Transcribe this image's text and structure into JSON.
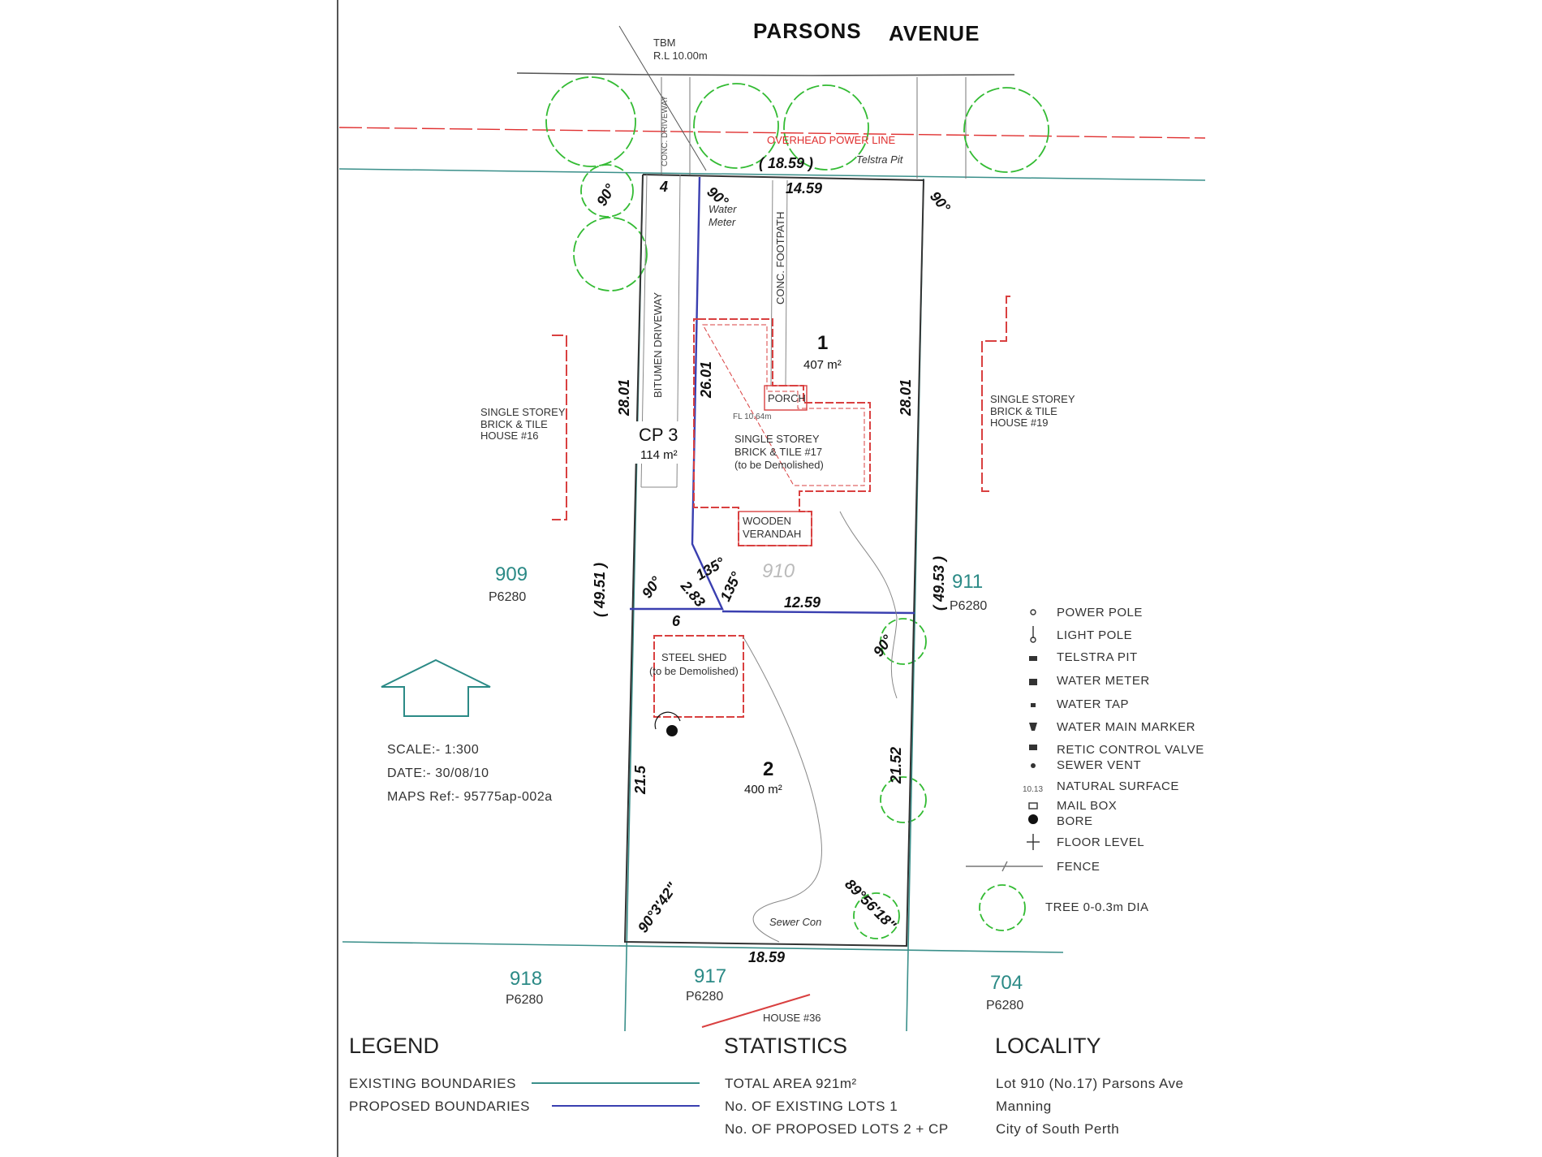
{
  "street": {
    "word1": "PARSONS",
    "word2": "AVENUE"
  },
  "tbm": {
    "line1": "TBM",
    "line2": "R.L 10.00m"
  },
  "labels": {
    "overhead_power_line": "OVERHEAD POWER LINE",
    "telstra_pit": "Telstra Pit",
    "water_meter_1": "Water",
    "water_meter_2": "Meter",
    "conc_driveway": "CONC. DRIVEWAY",
    "conc_footpath": "CONC. FOOTPATH",
    "bitumen_driveway": "BITUMEN DRIVEWAY",
    "porch": "PORCH",
    "floor_level": "FL 10.64m",
    "sewer_con": "Sewer Con"
  },
  "dimensions": {
    "frontage": "( 18.59 )",
    "d_14_59": "14.59",
    "d_4": "4",
    "d_90_a": "90°",
    "d_90_b": "90°",
    "d_90_c": "90°",
    "d_90_d": "90°",
    "d_90_e": "90°",
    "d_28_01_left": "28.01",
    "d_26_01": "26.01",
    "d_28_01_right": "28.01",
    "d_49_51": "( 49.51 )",
    "d_49_53": "( 49.53 )",
    "d_135_a": "135°",
    "d_135_b": "135°",
    "d_2_83": "2.83",
    "d_6": "6",
    "d_12_59": "12.59",
    "d_21_5": "21.5",
    "d_21_52": "21.52",
    "d_90_3_42": "90°3'42\"",
    "d_89_56_18": "89°56'18\"",
    "d_rear": "18.59"
  },
  "lots": {
    "lot1": {
      "number": "1",
      "area": "407 m²"
    },
    "lot2": {
      "number": "2",
      "area": "400 m²"
    },
    "cp3": {
      "number": "CP 3",
      "area": "114 m²"
    },
    "center_lot": "910"
  },
  "buildings": {
    "house_17": [
      "SINGLE STOREY",
      "BRICK & TILE #17",
      "(to be Demolished)"
    ],
    "verandah": [
      "WOODEN",
      "VERANDAH"
    ],
    "steel_shed": [
      "STEEL SHED",
      "(to be Demolished)"
    ],
    "house_16": [
      "SINGLE STOREY",
      "BRICK & TILE",
      "HOUSE #16"
    ],
    "house_19": [
      "SINGLE STOREY",
      "BRICK & TILE",
      "HOUSE #19"
    ],
    "house_36": "HOUSE #36"
  },
  "neighbours": [
    {
      "lot": "909",
      "plan": "P6280"
    },
    {
      "lot": "911",
      "plan": "P6280"
    },
    {
      "lot": "918",
      "plan": "P6280"
    },
    {
      "lot": "917",
      "plan": "P6280"
    },
    {
      "lot": "704",
      "plan": "P6280"
    }
  ],
  "info": {
    "scale": "SCALE:-  1:300",
    "date": "DATE:- 30/08/10",
    "maps_ref": "MAPS Ref:- 95775ap-002a"
  },
  "symbol_legend": [
    "POWER POLE",
    "LIGHT POLE",
    "TELSTRA PIT",
    "WATER METER",
    "WATER TAP",
    "WATER MAIN MARKER",
    "RETIC CONTROL VALVE",
    "SEWER VENT",
    "NATURAL SURFACE",
    "MAIL BOX",
    "BORE",
    "FLOOR LEVEL",
    "FENCE",
    "TREE 0-0.3m DIA"
  ],
  "legend": {
    "heading": "LEGEND",
    "existing": "EXISTING BOUNDARIES",
    "proposed": "PROPOSED BOUNDARIES"
  },
  "statistics": {
    "heading": "STATISTICS",
    "total_area": "TOTAL AREA   921m²",
    "existing_lots": "No. OF EXISTING LOTS 1",
    "proposed_lots": "No. OF PROPOSED LOTS 2 + CP"
  },
  "locality": {
    "heading": "LOCALITY",
    "line1": "Lot 910 (No.17) Parsons Ave",
    "line2": "Manning",
    "line3": "City of South Perth"
  },
  "colors": {
    "existing_boundary": "#3a8f8a",
    "proposed_boundary": "#3a3fb0",
    "building_outline": "#d94040",
    "tree": "#33bb33",
    "power_line": "#e03030"
  }
}
